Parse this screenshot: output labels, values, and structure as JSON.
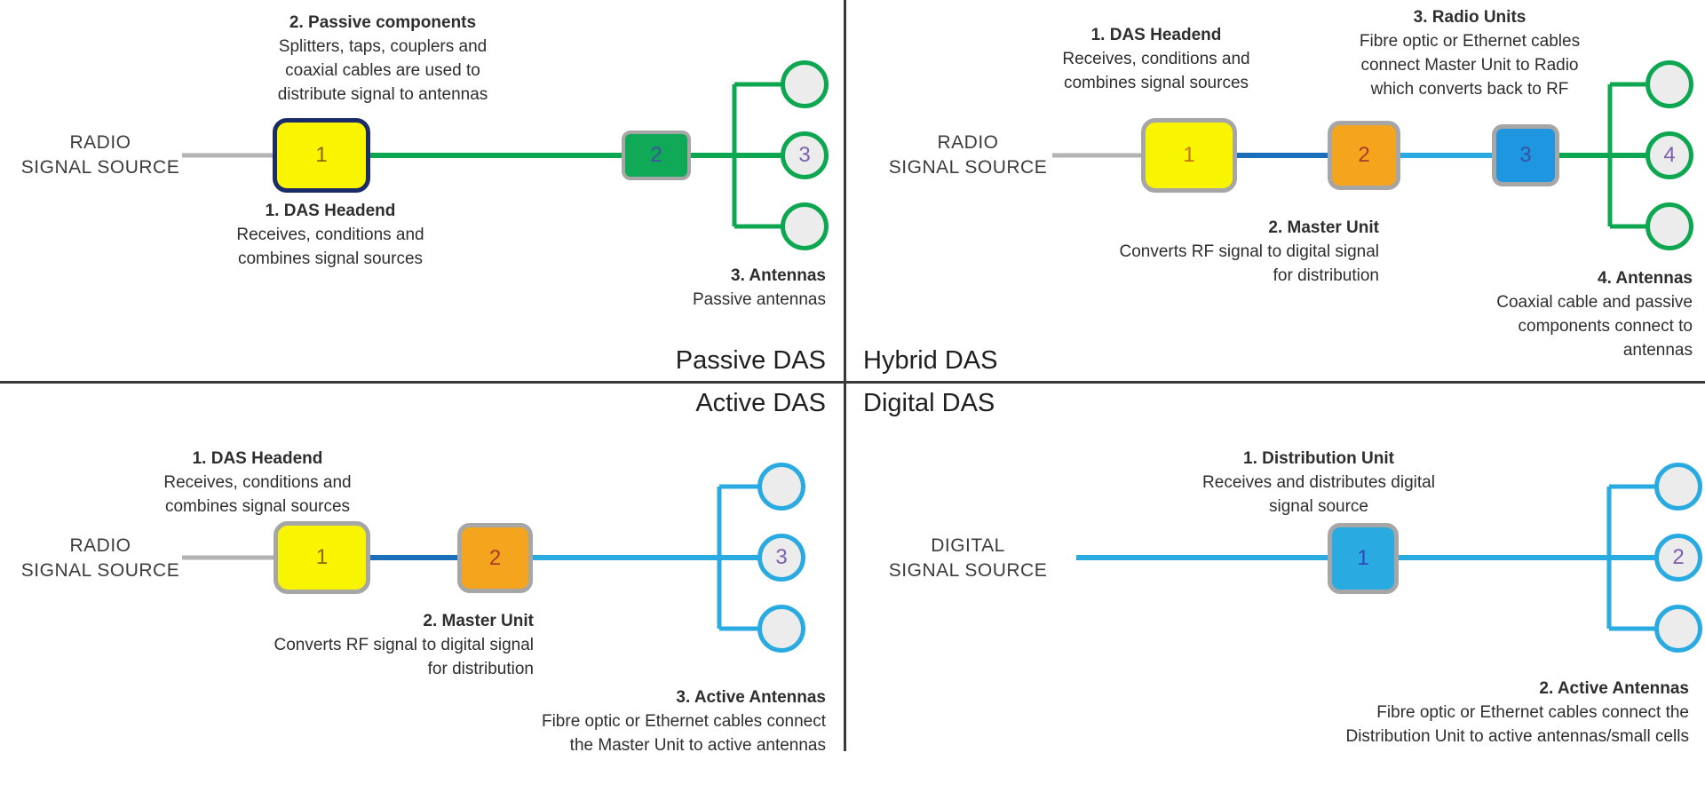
{
  "colors": {
    "yellow_box": "#F9F400",
    "green_box": "#0FA957",
    "orange_box": "#F5A51D",
    "blue_box": "#1E96E0",
    "cyan_box": "#29ABE2",
    "green_wire": "#0CA750",
    "cyan_wire": "#29ABE2",
    "dark_blue_wire": "#1A6FBA",
    "gray_wire": "#B3B3B3",
    "navy_border": "#1B2D69",
    "gray_border": "#A6A6A6",
    "antenna_fill": "#ECECEC",
    "divider": "#3A3A3A"
  },
  "quadrants": {
    "passive": {
      "label": "Passive DAS",
      "source": {
        "line1": "RADIO",
        "line2": "SIGNAL SOURCE"
      },
      "headend_num": "1",
      "components_num": "2",
      "antenna_num": "3",
      "ann_components": {
        "title": "2. Passive components",
        "l1": "Splitters, taps, couplers and",
        "l2": "coaxial cables are used to",
        "l3": "distribute signal to antennas"
      },
      "ann_headend": {
        "title": "1. DAS Headend",
        "l1": "Receives, conditions and",
        "l2": "combines signal sources"
      },
      "ann_antennas": {
        "title": "3. Antennas",
        "l1": "Passive antennas"
      }
    },
    "hybrid": {
      "label": "Hybrid DAS",
      "source": {
        "line1": "RADIO",
        "line2": "SIGNAL SOURCE"
      },
      "headend_num": "1",
      "master_num": "2",
      "radio_num": "3",
      "antenna_num": "4",
      "ann_headend": {
        "title": "1. DAS Headend",
        "l1": "Receives, conditions and",
        "l2": "combines signal sources"
      },
      "ann_radio": {
        "title": "3. Radio Units",
        "l1": "Fibre optic or Ethernet cables",
        "l2": "connect Master Unit to Radio",
        "l3": "which converts back to RF"
      },
      "ann_master": {
        "title": "2. Master Unit",
        "l1": "Converts RF signal to digital signal",
        "l2": "for distribution"
      },
      "ann_antennas": {
        "title": "4. Antennas",
        "l1": "Coaxial cable and passive",
        "l2": "components connect to",
        "l3": "antennas"
      }
    },
    "active": {
      "label": "Active DAS",
      "source": {
        "line1": "RADIO",
        "line2": "SIGNAL SOURCE"
      },
      "headend_num": "1",
      "master_num": "2",
      "antenna_num": "3",
      "ann_headend": {
        "title": "1. DAS Headend",
        "l1": "Receives, conditions and",
        "l2": "combines signal sources"
      },
      "ann_master": {
        "title": "2. Master Unit",
        "l1": "Converts RF signal to digital signal",
        "l2": "for distribution"
      },
      "ann_antennas": {
        "title": "3. Active Antennas",
        "l1": "Fibre optic or Ethernet cables connect",
        "l2": "the Master Unit to active antennas"
      }
    },
    "digital": {
      "label": "Digital DAS",
      "source": {
        "line1": "DIGITAL",
        "line2": "SIGNAL SOURCE"
      },
      "distribution_num": "1",
      "antenna_num": "2",
      "ann_distribution": {
        "title": "1. Distribution Unit",
        "l1": "Receives and distributes digital",
        "l2": "signal source"
      },
      "ann_antennas": {
        "title": "2. Active Antennas",
        "l1": "Fibre optic or Ethernet cables connect the",
        "l2": "Distribution Unit to active antennas/small cells"
      }
    }
  }
}
